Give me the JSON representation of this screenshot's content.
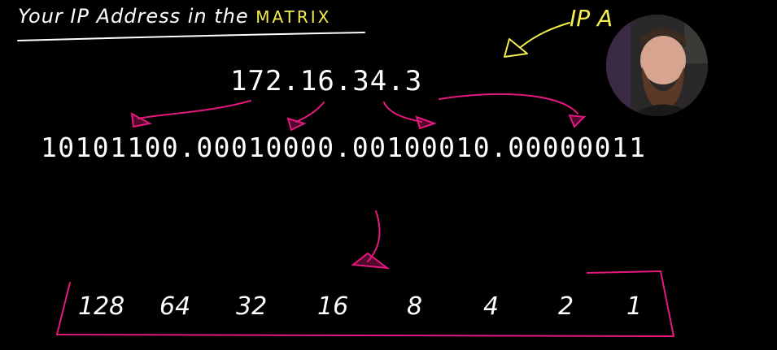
{
  "title": {
    "prefix": "Your IP Address in the ",
    "highlight": "MATRIX"
  },
  "top_right_label": "IP A",
  "ip_address": "172.16.34.3",
  "binary": "10101100.00010000.00100010.00000011",
  "place_values": [
    "128",
    "64",
    "32",
    "16",
    "8",
    "4",
    "2",
    "1"
  ],
  "colors": {
    "background": "#000000",
    "ink_white": "#ffffff",
    "ink_yellow": "#f4ee4e",
    "ink_pink": "#e5197d"
  }
}
